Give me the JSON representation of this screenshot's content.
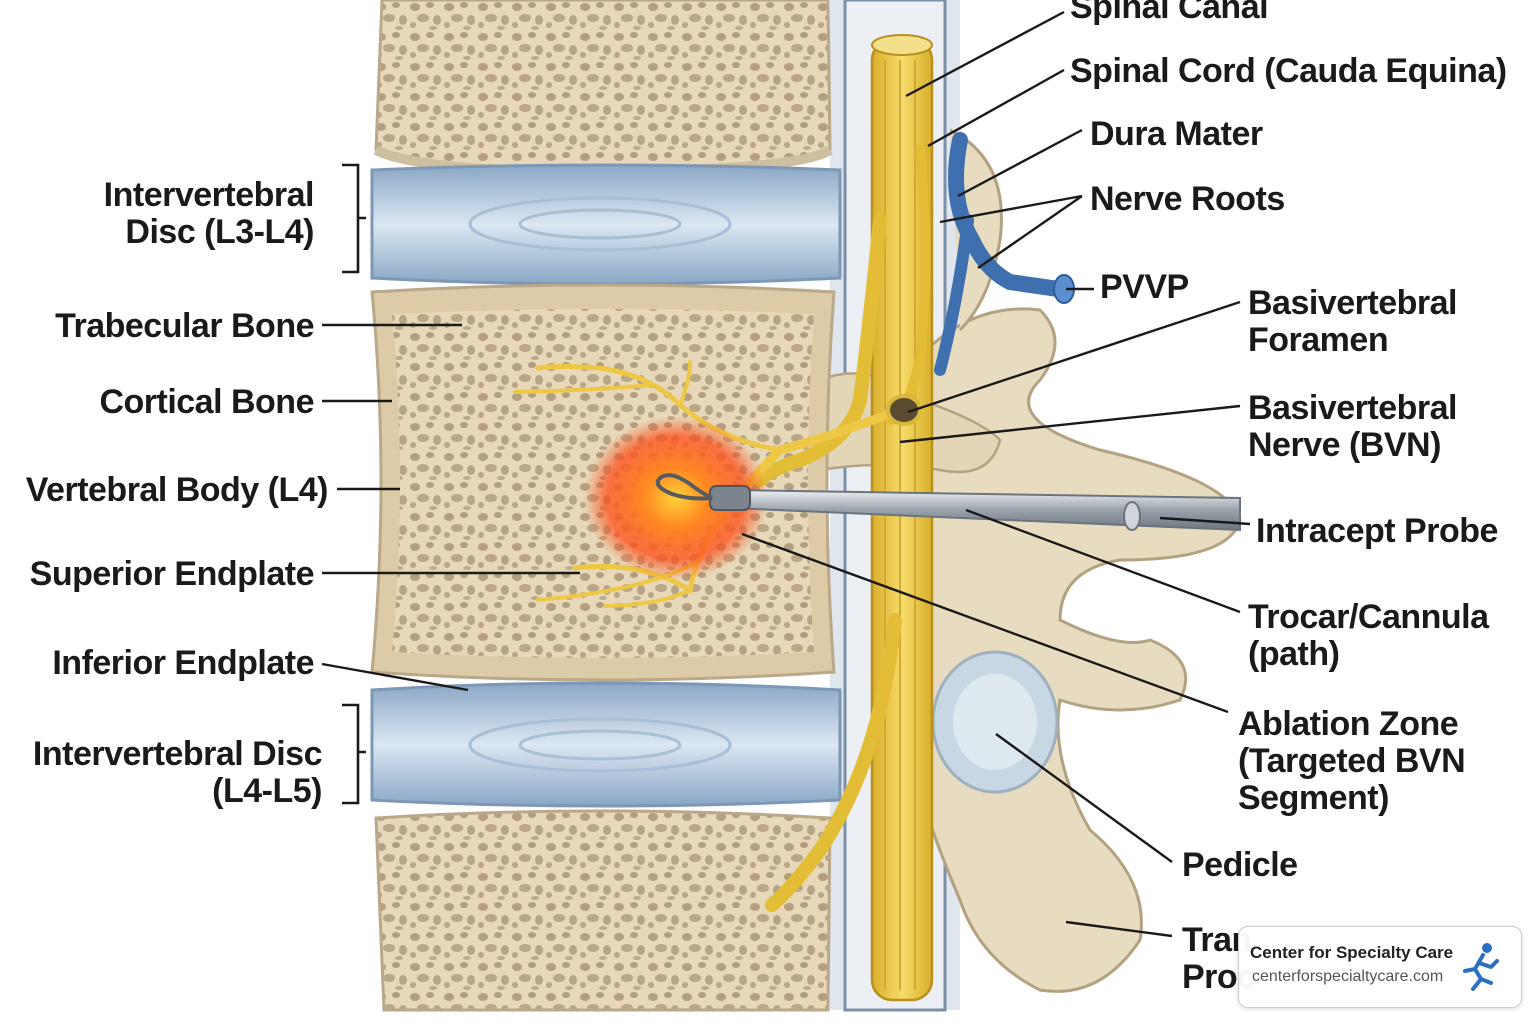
{
  "labels": {
    "spinal_canal": "Spinal Canal",
    "spinal_cord": "Spinal Cord (Cauda Equina)",
    "dura_mater": "Dura Mater",
    "nerve_roots": "Nerve Roots",
    "pvvp": "PVVP",
    "basivertebral_foramen_1": "Basivertebral",
    "basivertebral_foramen_2": "Foramen",
    "bvn_1": "Basivertebral",
    "bvn_2": "Nerve (BVN)",
    "intracept_probe": "Intracept Probe",
    "trocar_1": "Trocar/Cannula",
    "trocar_2": "(path)",
    "ablation_1": "Ablation Zone",
    "ablation_2": "(Targeted BVN",
    "ablation_3": "Segment)",
    "pedicle": "Pedicle",
    "transverse_1": "Tran",
    "transverse_2": "Proc",
    "disc_l3_1": "Intervertebral",
    "disc_l3_2": "Disc (L3-L4)",
    "trabecular": "Trabecular Bone",
    "cortical": "Cortical Bone",
    "vertebral_body": "Vertebral Body (L4)",
    "superior_endplate": "Superior Endplate",
    "inferior_endplate": "Inferior Endplate",
    "disc_l4_1": "Intervertebral Disc",
    "disc_l4_2": "(L4-L5)"
  },
  "watermark": {
    "name": "Center for Specialty Care",
    "url": "centerforspecialtycare.com"
  },
  "colors": {
    "bone": "#eadfc4",
    "bone_edge": "#b9a889",
    "disc": "#b9cfe3",
    "nerve": "#f0cf4c",
    "vein": "#4a7fc0",
    "ablation": "#ff5a1f",
    "probe": "#a9afb6"
  }
}
